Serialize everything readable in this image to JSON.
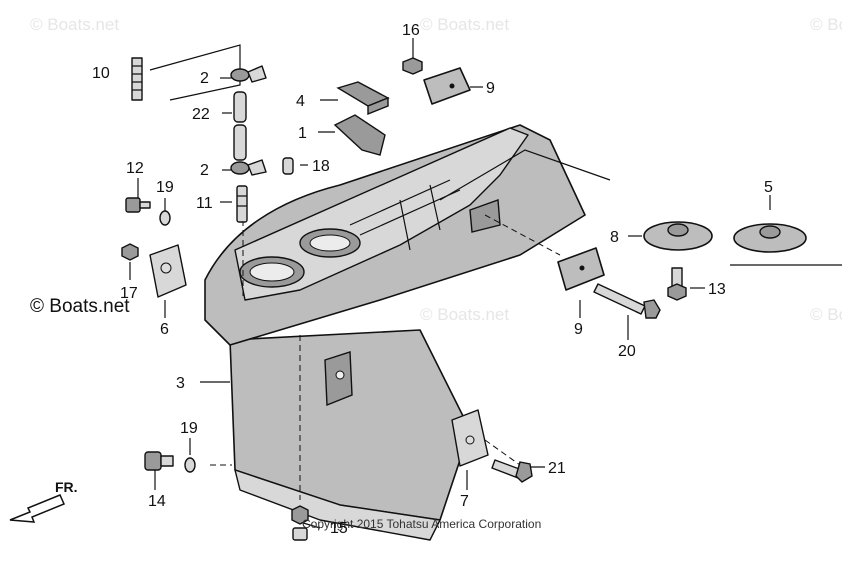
{
  "watermark": "© Boats.net",
  "brand_label": "© Boats.net",
  "copyright": "Copyright 2015 Tohatsu America Corporation",
  "direction_label": "FR.",
  "callouts": [
    "10",
    "2",
    "22",
    "2",
    "4",
    "1",
    "16",
    "9",
    "18",
    "12",
    "19",
    "11",
    "17",
    "6",
    "3",
    "5",
    "8",
    "13",
    "9",
    "20",
    "19",
    "14",
    "7",
    "21",
    "15"
  ]
}
